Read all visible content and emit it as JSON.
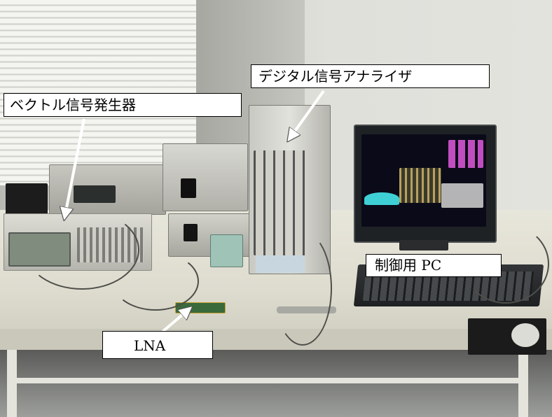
{
  "labels": {
    "signal_analyzer": "デジタル信号アナライザ",
    "vector_generator": "ベクトル信号発生器",
    "control_pc": "制御用 PC",
    "lna": "LNA"
  }
}
